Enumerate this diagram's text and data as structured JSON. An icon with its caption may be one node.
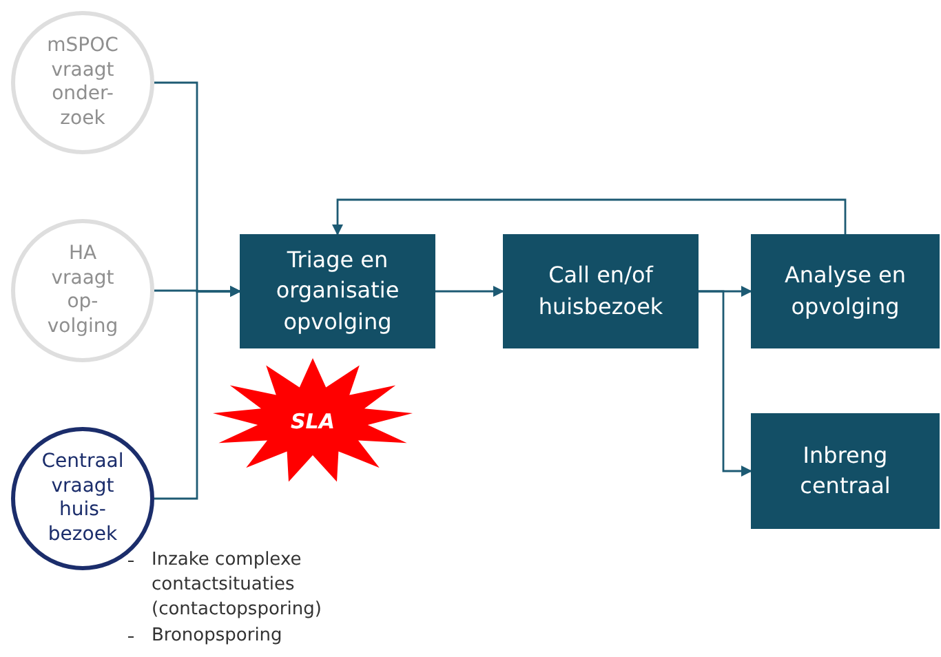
{
  "diagram": {
    "nodes": [
      {
        "text": [
          "mSPOC vraagt onder-zoek"
        ]
      },
      {
        "text": [
          "HA vraagt op-volging"
        ]
      },
      {
        "text": [
          "Centraal vraagt huis-bezoek"
        ],
        "beside": [
          "Inzake complexe contactsituaties (contactopsporing)",
          "Bronopsporing"
        ]
      },
      {
        "text": [
          "Triage en organisatie opvolging"
        ]
      },
      {
        "text": [
          "Call en/of huisbezoek"
        ]
      },
      {
        "text": [
          "Analyse en opvolging"
        ]
      },
      {
        "text": [
          "Inbreng centraal"
        ]
      },
      {
        "text": [
          "SLA"
        ]
      }
    ],
    "edges": [
      {
        "from": 0,
        "to": 3,
        "arrow": "to"
      },
      {
        "from": 1,
        "to": 3,
        "arrow": "to"
      },
      {
        "from": 2,
        "to": 3,
        "arrow": "to"
      },
      {
        "from": 3,
        "to": 4,
        "arrow": "to"
      },
      {
        "from": 4,
        "to": 5,
        "arrow": "to"
      },
      {
        "from": 4,
        "to": 6,
        "arrow": "to"
      },
      {
        "from": 5,
        "to": 3,
        "arrow": "to"
      }
    ]
  }
}
